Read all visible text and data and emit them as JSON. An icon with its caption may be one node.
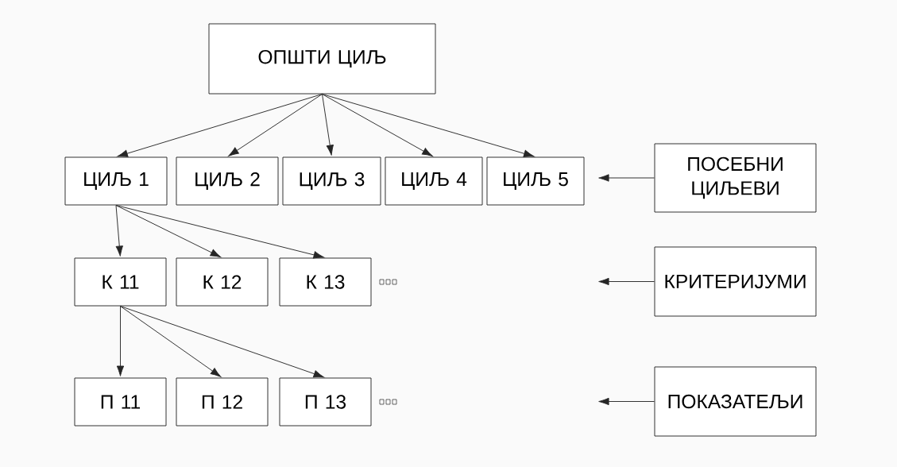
{
  "diagram": {
    "nodes": [
      {
        "text": [
          "ОПШТИ ЦИЉ"
        ]
      },
      {
        "text": [
          "ЦИЉ 1"
        ]
      },
      {
        "text": [
          "ЦИЉ 2"
        ]
      },
      {
        "text": [
          "ЦИЉ 3"
        ]
      },
      {
        "text": [
          "ЦИЉ 4"
        ]
      },
      {
        "text": [
          "ЦИЉ 5"
        ]
      },
      {
        "text": [
          "ПОСЕБНИ ЦИЉЕВИ"
        ]
      },
      {
        "text": [
          "К 11"
        ]
      },
      {
        "text": [
          "К 12"
        ]
      },
      {
        "text": [
          "К 13"
        ]
      },
      {
        "text": [
          "КРИТЕРИЈУМИ"
        ]
      },
      {
        "text": [
          "П 11"
        ]
      },
      {
        "text": [
          "П 12"
        ]
      },
      {
        "text": [
          "П 13"
        ]
      },
      {
        "text": [
          "ПОКАЗАТЕЉИ"
        ]
      }
    ],
    "edges": [
      {
        "from": 0,
        "to": 1,
        "arrow": "to"
      },
      {
        "from": 0,
        "to": 2,
        "arrow": "to"
      },
      {
        "from": 0,
        "to": 3,
        "arrow": "to"
      },
      {
        "from": 0,
        "to": 4,
        "arrow": "to"
      },
      {
        "from": 0,
        "to": 5,
        "arrow": "to"
      },
      {
        "from": 6,
        "to": null,
        "arrow": "to"
      },
      {
        "from": 1,
        "to": 7,
        "arrow": "to"
      },
      {
        "from": 1,
        "to": 8,
        "arrow": "to"
      },
      {
        "from": 1,
        "to": 9,
        "arrow": "to"
      },
      {
        "from": 10,
        "to": null,
        "arrow": "to"
      },
      {
        "from": 7,
        "to": 11,
        "arrow": "to"
      },
      {
        "from": 7,
        "to": 12,
        "arrow": "to"
      },
      {
        "from": 7,
        "to": 13,
        "arrow": "to"
      },
      {
        "from": 14,
        "to": null,
        "arrow": "to"
      }
    ]
  }
}
